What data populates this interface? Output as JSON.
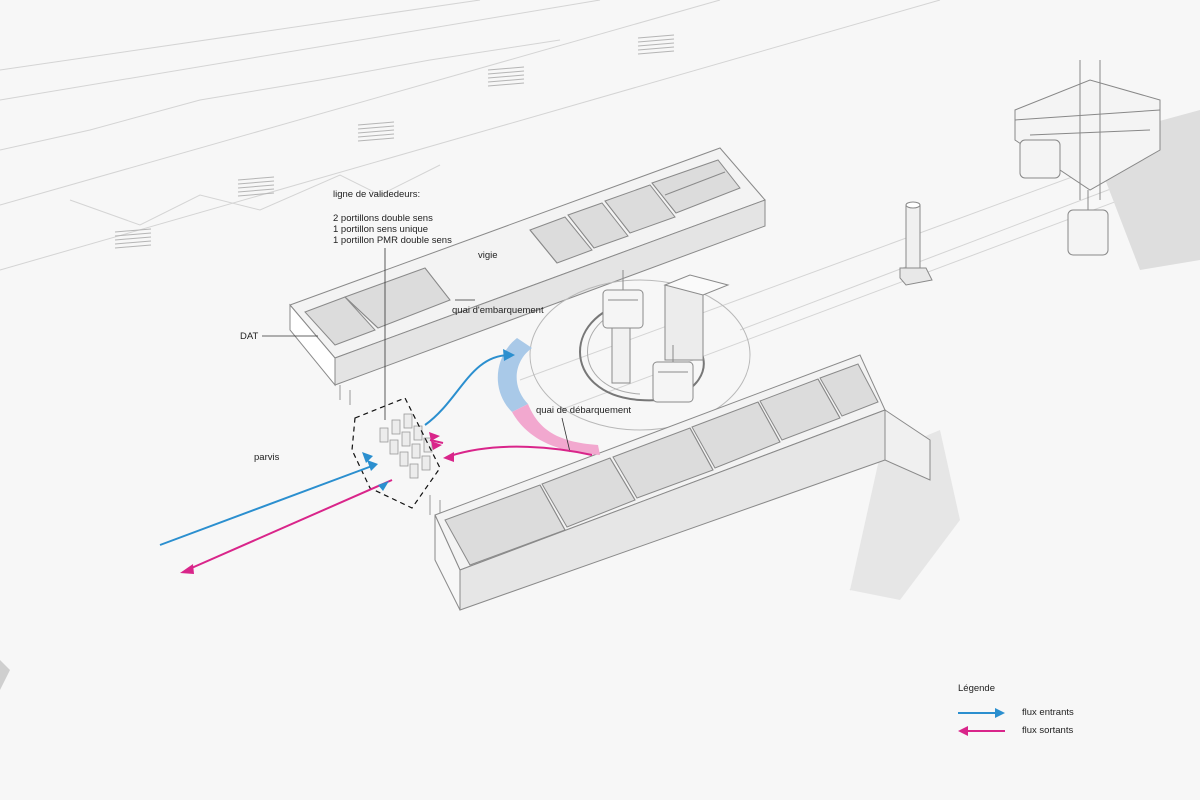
{
  "labels": {
    "validators_title": "ligne de validedeurs:",
    "validators_lines": [
      "2 portillons double sens",
      "1 portillon sens unique",
      "1 portillon PMR double sens"
    ],
    "vigie": "vigie",
    "dat": "DAT",
    "quai_embarquement": "quai d'embarquement",
    "quai_debarquement": "quai de débarquement",
    "parvis": "parvis"
  },
  "legend": {
    "title": "Légende",
    "incoming": "flux entrants",
    "outgoing": "flux sortants"
  },
  "colors": {
    "incoming": "#2b8fcf",
    "outgoing": "#d9258a",
    "incoming_zone": "#a9c9e8",
    "outgoing_zone": "#f2a8cf"
  }
}
